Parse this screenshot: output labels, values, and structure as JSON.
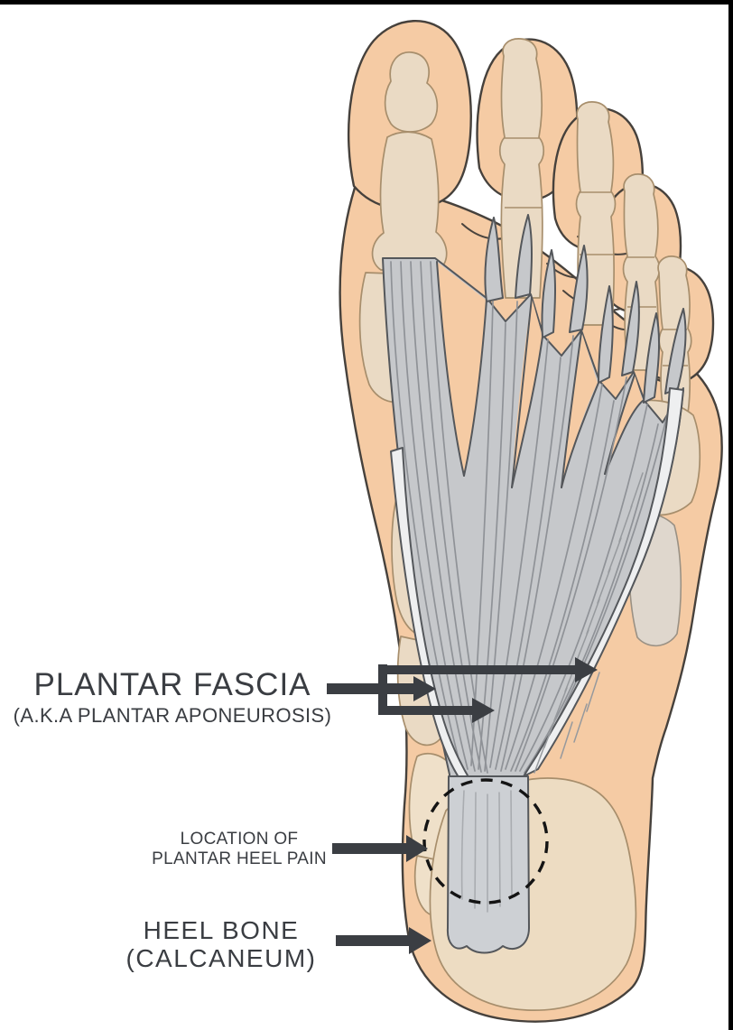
{
  "figure": {
    "type": "anatomical-diagram",
    "subject": "Plantar view of a right foot showing the plantar fascia, the typical location of plantar heel pain, and the heel bone"
  },
  "labels": {
    "plantar_fascia": {
      "title": "PLANTAR FASCIA",
      "subtitle": "(A.K.A PLANTAR APONEUROSIS)"
    },
    "heel_pain": {
      "line1": "LOCATION OF",
      "line2": "PLANTAR HEEL PAIN"
    },
    "heel_bone": {
      "line1": "HEEL BONE",
      "line2": "(CALCANEUM)"
    }
  },
  "annotations": [
    {
      "label": "PLANTAR FASCIA (A.K.A PLANTAR APONEUROSIS)",
      "arrows": 3,
      "points_to": "gray fascia bands on the sole"
    },
    {
      "label": "LOCATION OF PLANTAR HEEL PAIN",
      "arrows": 1,
      "points_to": "dashed circle at fascia insertion on heel"
    },
    {
      "label": "HEEL BONE (CALCANEUM)",
      "arrows": 1,
      "points_to": "calcaneus at the heel"
    }
  ],
  "colors": {
    "background": "#FFFFFF",
    "border": "#000000",
    "skin": "#F5CBA4",
    "skin_outline": "#46413C",
    "bone": "#EADAC4",
    "bone_gray": "#DFD7CD",
    "bone_outline": "#A78E6C",
    "calcaneus": "#EDDCC2",
    "heel_tarsal": "#EFE0C9",
    "fascia": "#C6C8CB",
    "fascia_light": "#EEEFF0",
    "fascia_stem": "#CDD0D4",
    "fascia_outline": "#54575B",
    "fascia_fiber": "#8F9297",
    "annotation": "#3B3E43",
    "dashed_circle": "#141414"
  }
}
